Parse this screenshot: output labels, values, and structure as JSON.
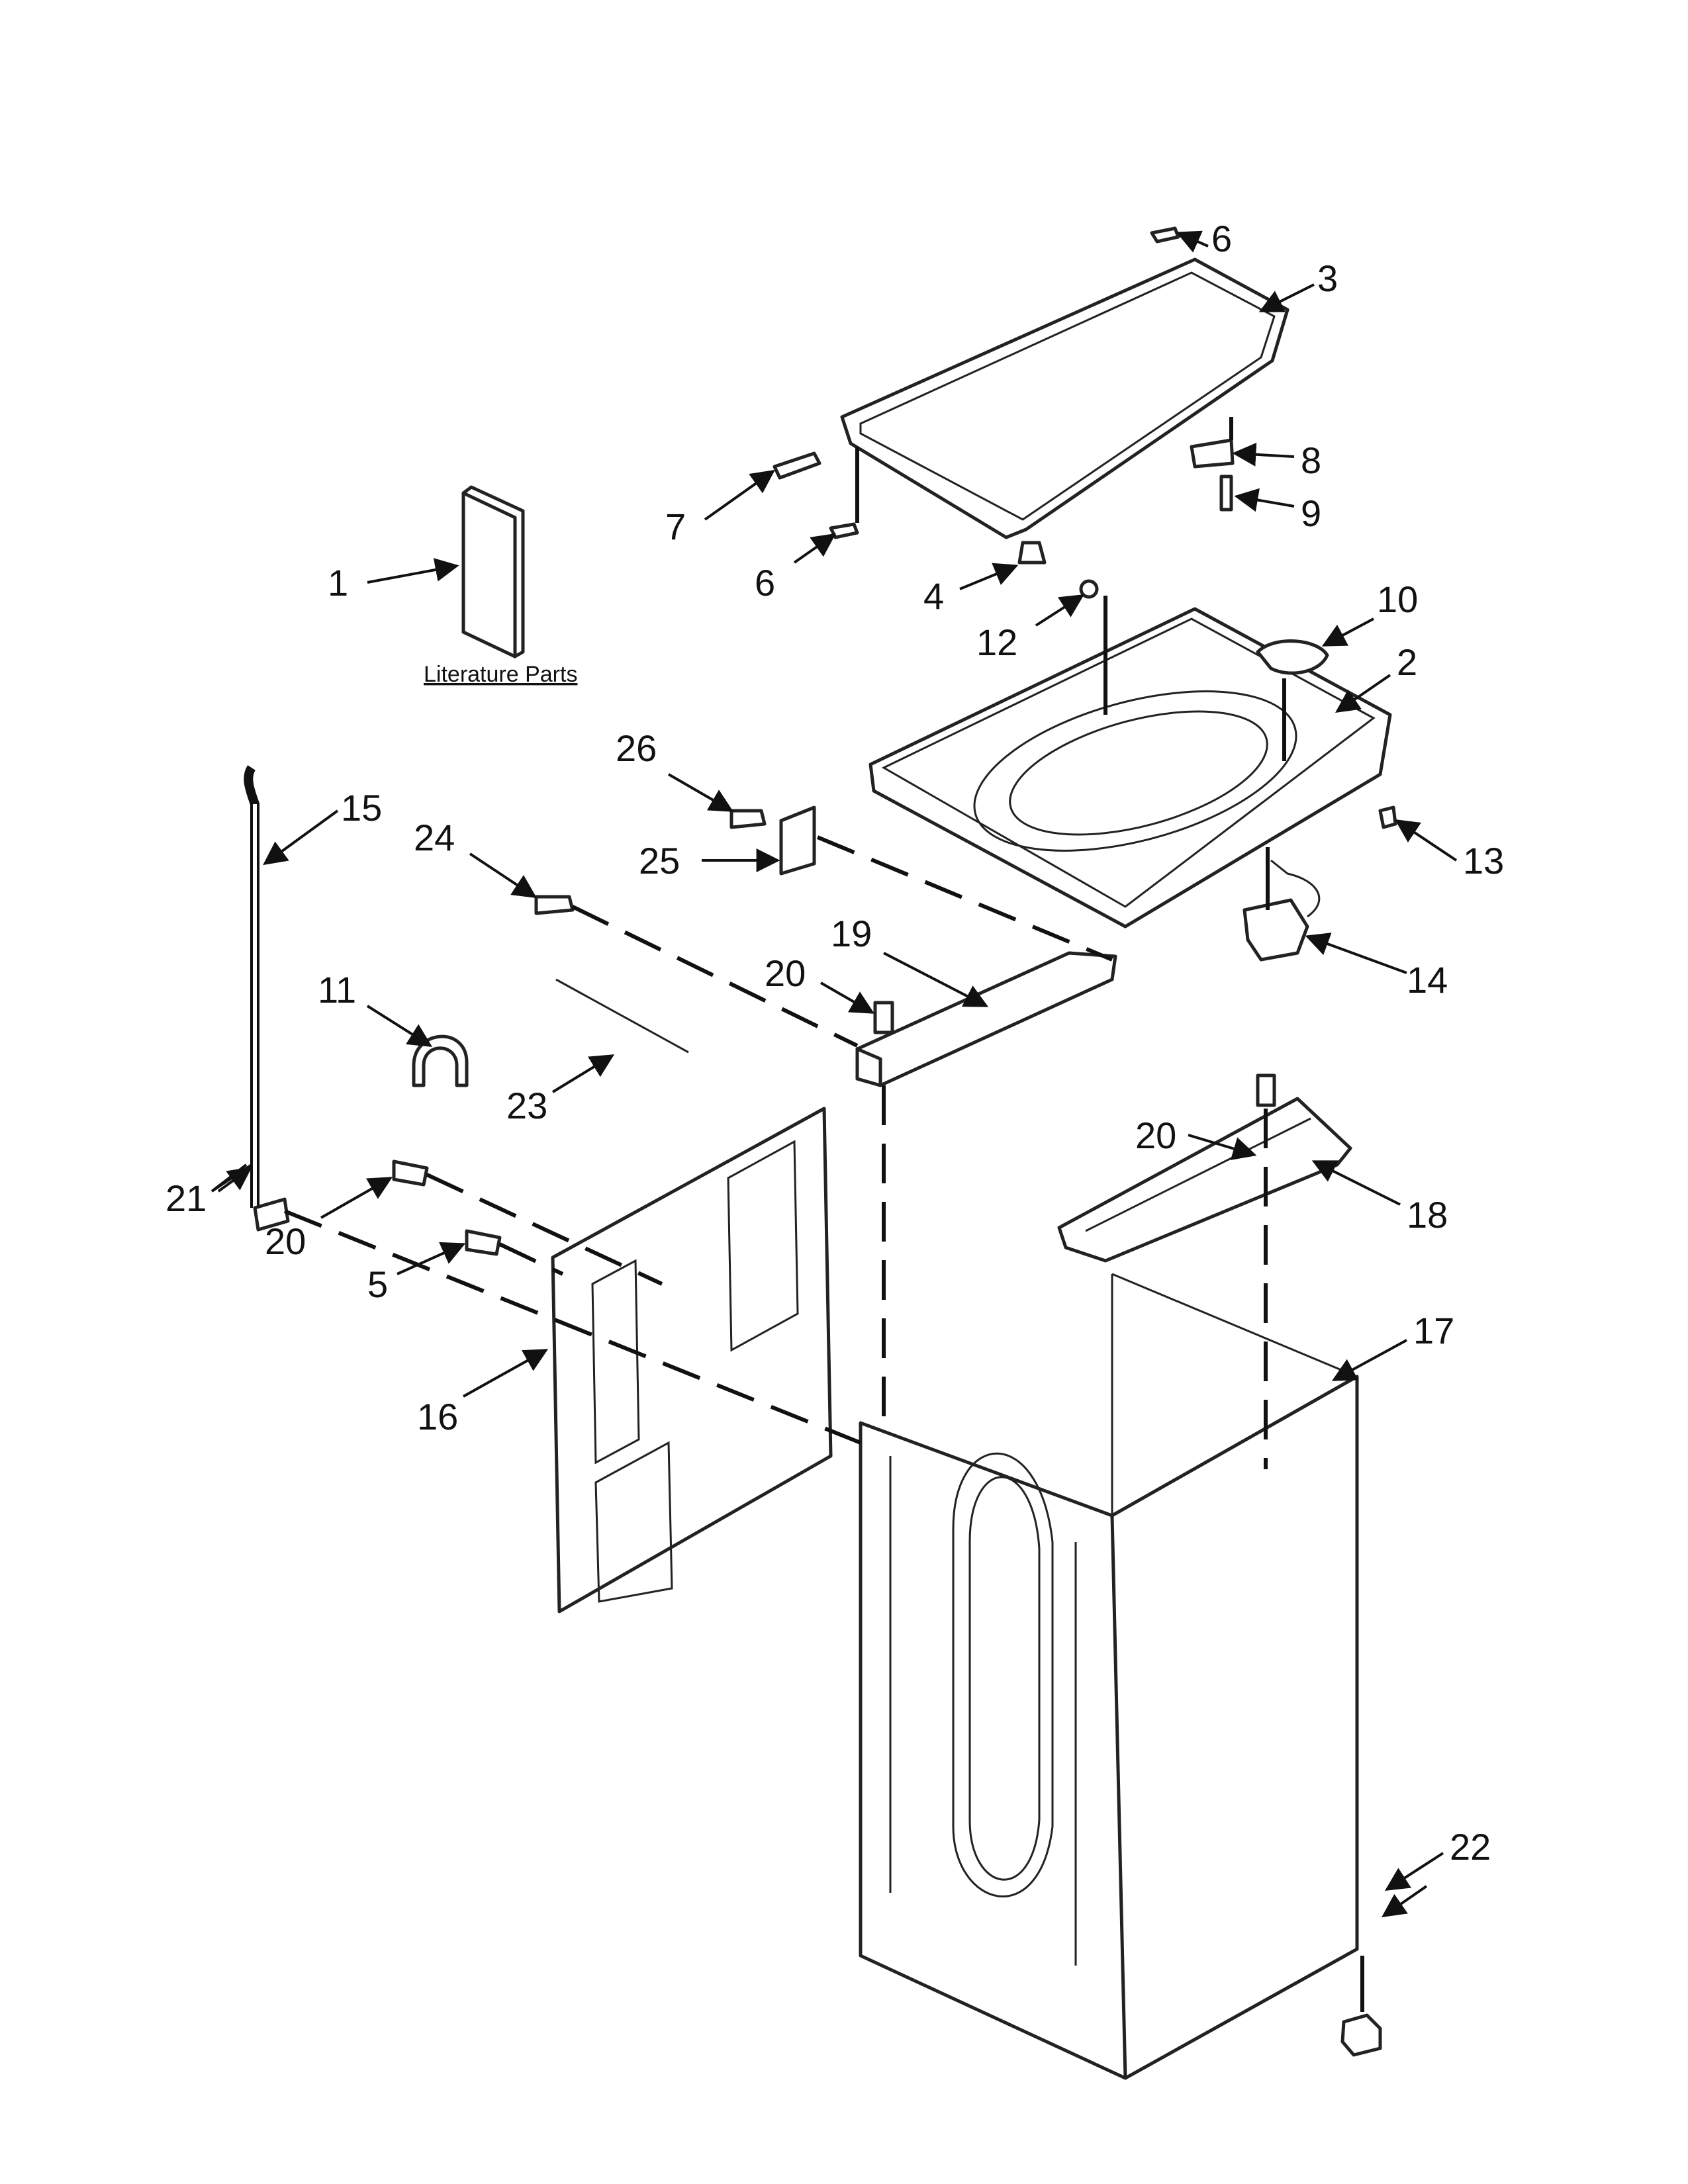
{
  "literature_label": "Literature Parts",
  "callouts": [
    {
      "id": "c6a",
      "label": "6"
    },
    {
      "id": "c3",
      "label": "3"
    },
    {
      "id": "c8",
      "label": "8"
    },
    {
      "id": "c9",
      "label": "9"
    },
    {
      "id": "c7",
      "label": "7"
    },
    {
      "id": "c1",
      "label": "1"
    },
    {
      "id": "c6b",
      "label": "6"
    },
    {
      "id": "c4",
      "label": "4"
    },
    {
      "id": "c12",
      "label": "12"
    },
    {
      "id": "c10",
      "label": "10"
    },
    {
      "id": "c2",
      "label": "2"
    },
    {
      "id": "c26",
      "label": "26"
    },
    {
      "id": "c15",
      "label": "15"
    },
    {
      "id": "c24",
      "label": "24"
    },
    {
      "id": "c25",
      "label": "25"
    },
    {
      "id": "c13",
      "label": "13"
    },
    {
      "id": "c19",
      "label": "19"
    },
    {
      "id": "c20a",
      "label": "20"
    },
    {
      "id": "c14",
      "label": "14"
    },
    {
      "id": "c11",
      "label": "11"
    },
    {
      "id": "c23",
      "label": "23"
    },
    {
      "id": "c20b",
      "label": "20"
    },
    {
      "id": "c18",
      "label": "18"
    },
    {
      "id": "c21",
      "label": "21"
    },
    {
      "id": "c20c",
      "label": "20"
    },
    {
      "id": "c5",
      "label": "5"
    },
    {
      "id": "c17",
      "label": "17"
    },
    {
      "id": "c16",
      "label": "16"
    },
    {
      "id": "c22",
      "label": "22"
    }
  ]
}
